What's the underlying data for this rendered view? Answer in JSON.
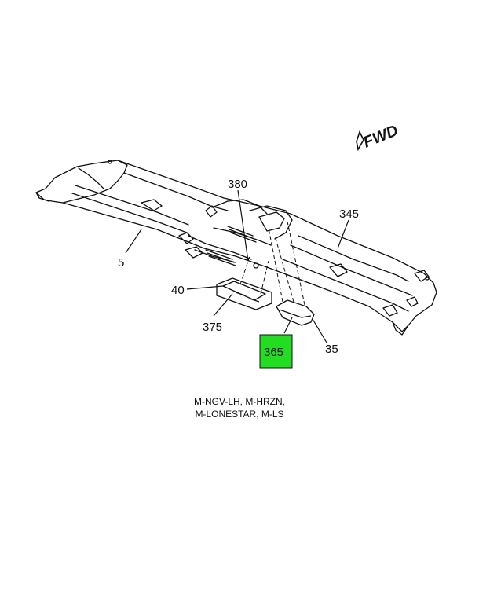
{
  "fwd_label": "FWD",
  "callouts": {
    "c380": "380",
    "c345": "345",
    "c5": "5",
    "c40": "40",
    "c375": "375",
    "c365": "365",
    "c35": "35"
  },
  "highlight_color": "#22dd22",
  "caption": {
    "line1": "M-NGV-LH, M-HRZN,",
    "line2": "M-LONESTAR, M-LS"
  }
}
